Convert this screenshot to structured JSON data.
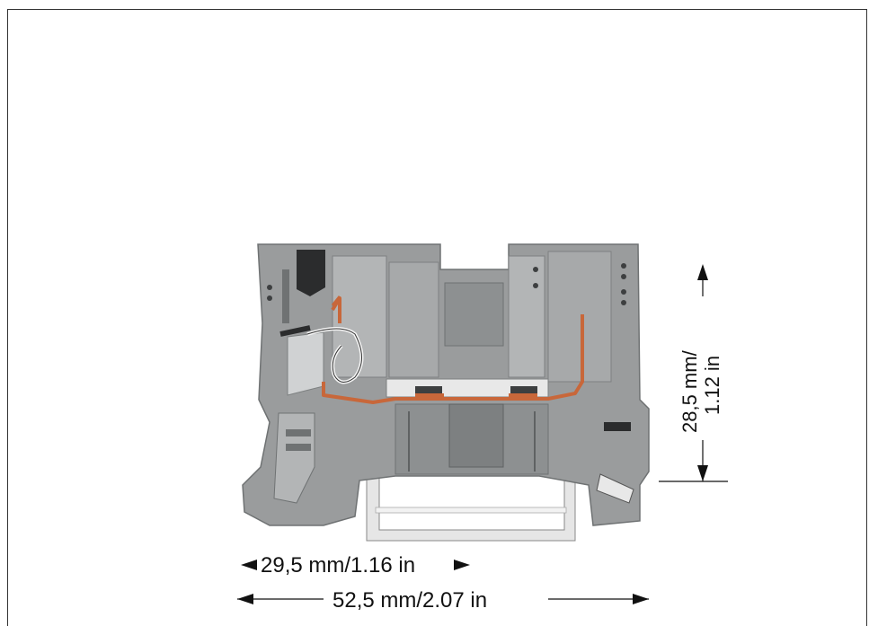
{
  "dimensions": {
    "width_small": "29,5 mm/1.16 in",
    "width_total": "52,5 mm/2.07 in",
    "height_mm": "28,5 mm/",
    "height_in": "1.12 in"
  },
  "colors": {
    "housing": "#9a9c9d",
    "housing_dark": "#6f7273",
    "housing_light": "#c3c5c6",
    "conductor": "#c8673a",
    "rail": "#e6e6e6"
  }
}
